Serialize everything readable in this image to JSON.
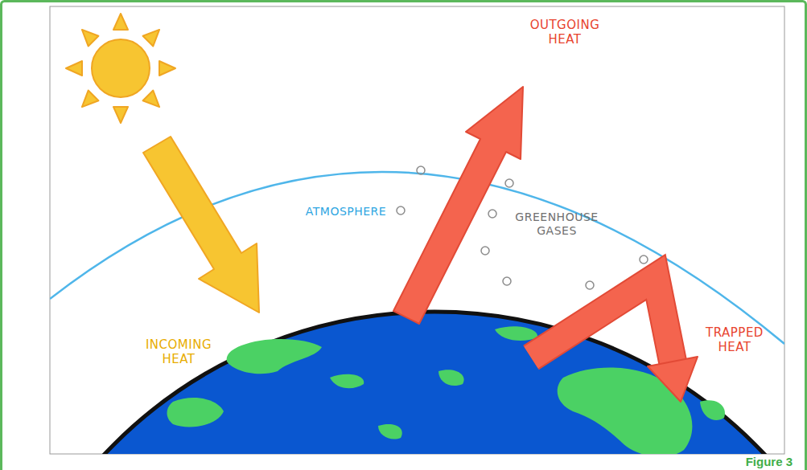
{
  "diagram": {
    "caption": "Figure 3",
    "labels": [
      "INCOMING HEAT",
      "ATMOSPHERE",
      "OUTGOING HEAT",
      "GREENHOUSE GASES",
      "TRAPPED HEAT"
    ]
  }
}
